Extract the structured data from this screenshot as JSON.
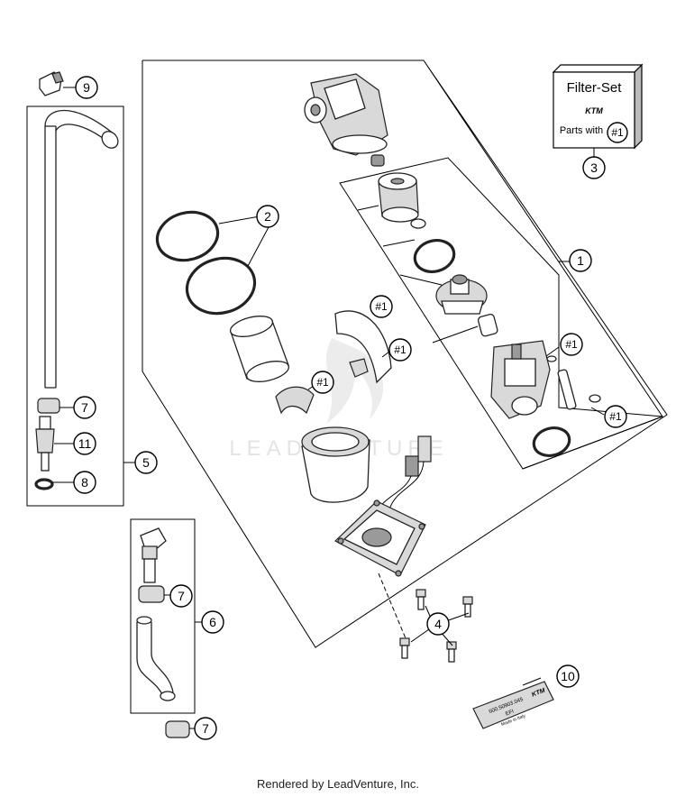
{
  "callouts": {
    "c1": "1",
    "c2": "2",
    "c3": "3",
    "c4": "4",
    "c5": "5",
    "c6": "6",
    "c7a": "7",
    "c7b": "7",
    "c7c": "7",
    "c8": "8",
    "c9": "9",
    "c10": "10",
    "c11": "11",
    "ref_a": "#1",
    "ref_b": "#1",
    "ref_c": "#1",
    "ref_d": "#1",
    "ref_e": "#1"
  },
  "filter_set": {
    "title": "Filter-Set",
    "brand": "KTM",
    "parts_with": "Parts with",
    "ref": "#1"
  },
  "watermark": "LEADVENTURE",
  "plate": {
    "line1": "600.50903.045",
    "line2": "EFI",
    "line3": "Made in Italy",
    "brand": "KTM"
  },
  "footer": "Rendered by LeadVenture, Inc.",
  "colors": {
    "outline": "#000000",
    "shade": "#d9d9d9",
    "watermark": "#e6e6e6"
  }
}
